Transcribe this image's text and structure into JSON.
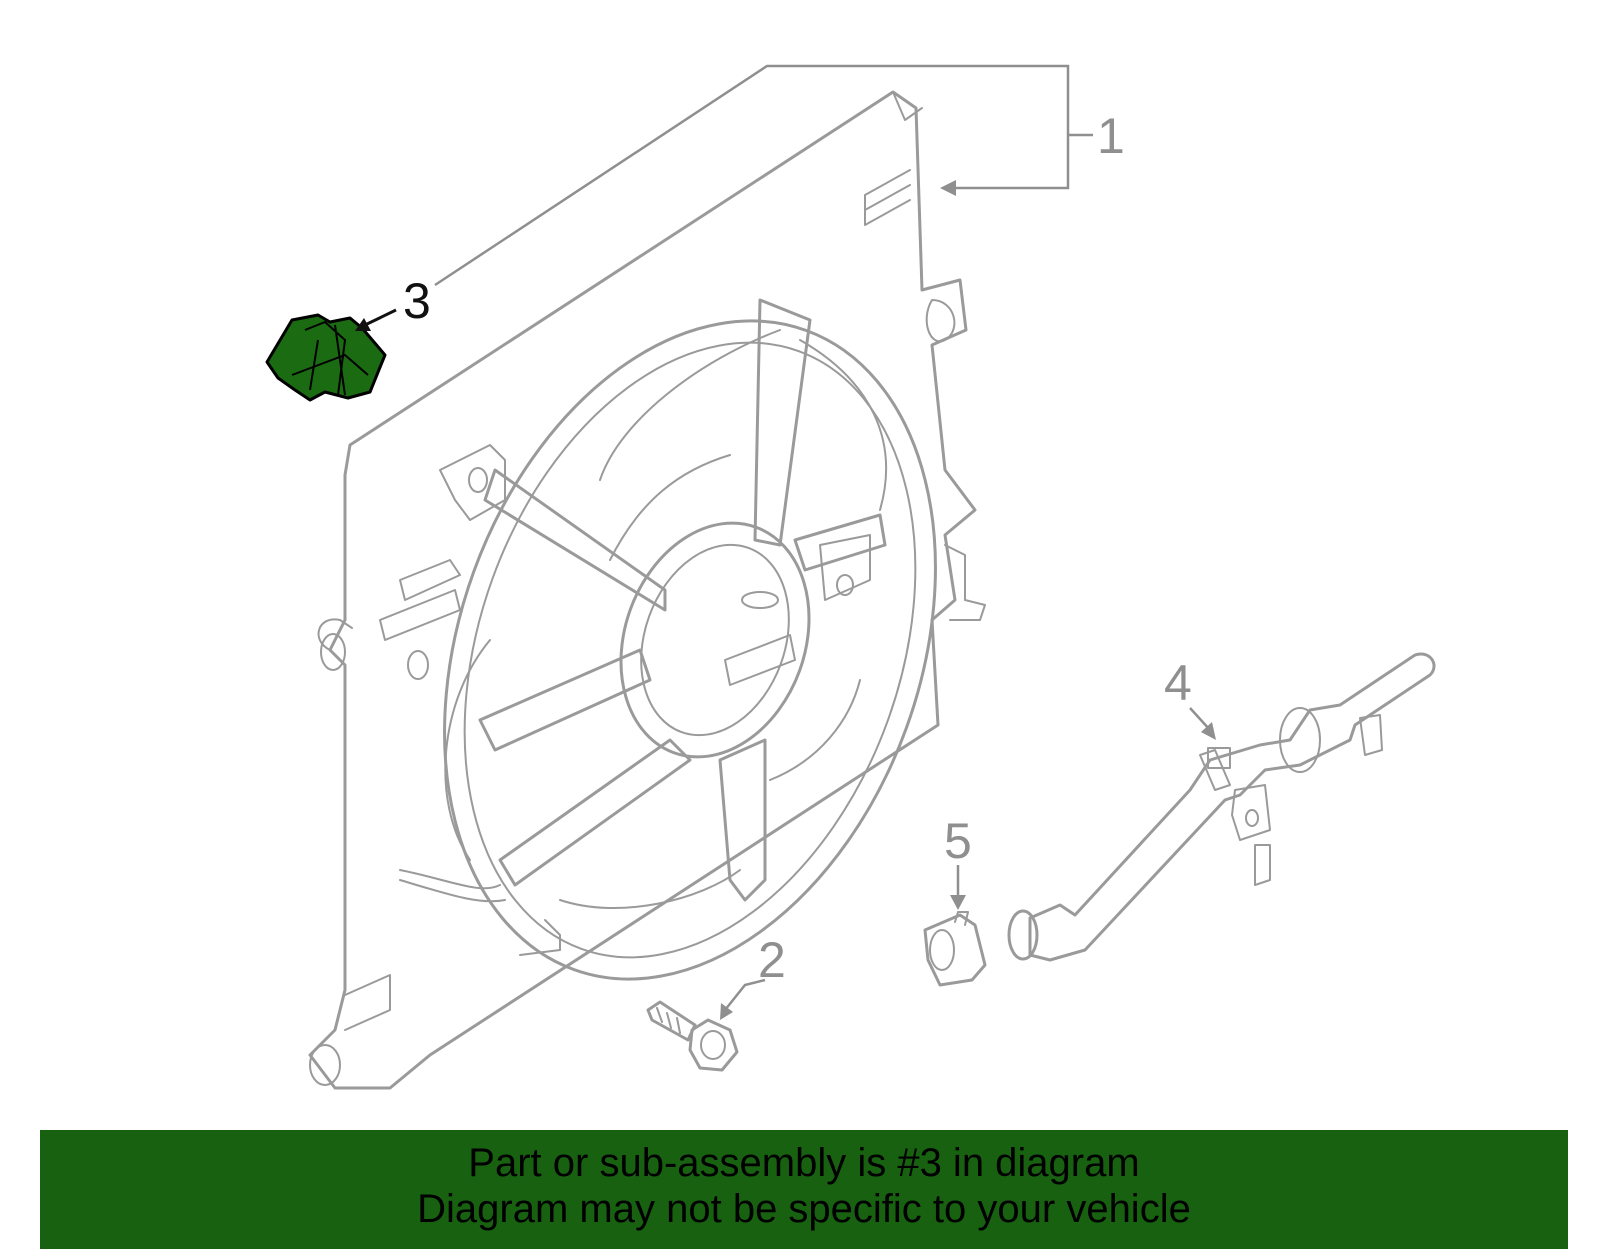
{
  "callouts": [
    {
      "id": "1",
      "label": "1"
    },
    {
      "id": "2",
      "label": "2"
    },
    {
      "id": "3",
      "label": "3"
    },
    {
      "id": "4",
      "label": "4"
    },
    {
      "id": "5",
      "label": "5"
    }
  ],
  "highlighted_part": "3",
  "colors": {
    "highlight_fill": "#1a6b12",
    "banner_bg": "#176110",
    "line_gray": "#9a9a9a"
  },
  "banner": {
    "line1": "Part or sub-assembly is #3 in diagram",
    "line2": "Diagram may not be specific to your vehicle"
  }
}
